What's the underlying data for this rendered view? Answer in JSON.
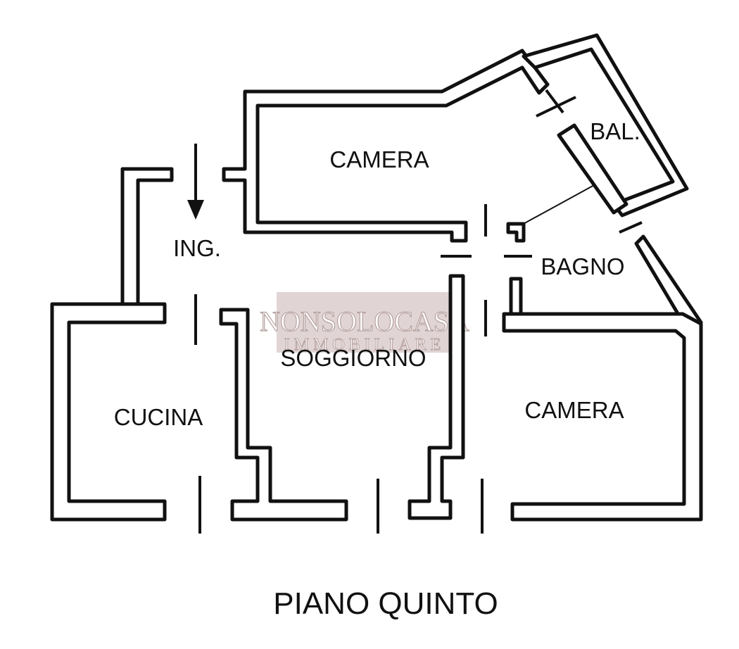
{
  "rooms": {
    "camera_top": "CAMERA",
    "balcony": "BAL.",
    "entrance": "ING.",
    "bathroom": "BAGNO",
    "living": "SOGGIORNO",
    "kitchen": "CUCINA",
    "camera_right": "CAMERA"
  },
  "watermark": {
    "line1": "NONSOLOCASA",
    "line2": "IMMOBILIARE"
  },
  "floor_title": "PIANO QUINTO",
  "colors": {
    "walls": "#111111",
    "background": "#ffffff",
    "watermark": "#b7a2a0"
  }
}
